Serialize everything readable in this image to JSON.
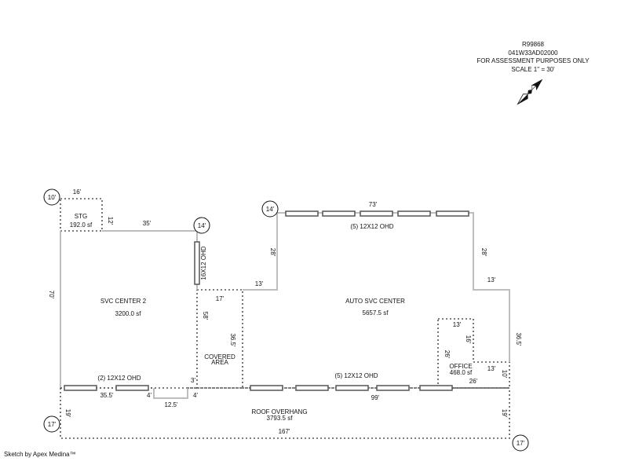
{
  "header": {
    "account": "R99868",
    "map_tax_lot": "041W33AD02000",
    "purpose": "FOR ASSESSMENT PURPOSES ONLY",
    "scale": "SCALE 1\" = 30'"
  },
  "compass": {
    "icon": "north-arrow-icon"
  },
  "areas": {
    "storage": {
      "name": "STG",
      "size": "192.0 sf"
    },
    "svc_center_2": {
      "name": "SVC CENTER 2",
      "size": "3200.0 sf"
    },
    "covered_area": {
      "name_line1": "COVERED",
      "name_line2": "AREA"
    },
    "auto_svc_center": {
      "name": "AUTO SVC CENTER",
      "size": "5657.5 sf"
    },
    "office": {
      "name": "OFFICE",
      "size": "468.0 sf"
    },
    "roof_overhang": {
      "name": "ROOF OVERHANG",
      "size": "3793.5 sf"
    }
  },
  "doors": {
    "left_ohd": "(2) 12X12 OHD",
    "side_ohd": "16X12 OHD",
    "top_ohd": "(5) 12X12 OHD",
    "bottom_ohd": "(5) 12X12 OHD"
  },
  "wall_heights": {
    "stg": "10'",
    "svc2_right": "14'",
    "auto_top": "14'",
    "overhang_left": "17'",
    "overhang_right": "17'"
  },
  "dimensions": {
    "stg_width": "16'",
    "stg_depth": "12'",
    "svc2_top": "35'",
    "svc2_left": "70'",
    "covered_width": "17'",
    "covered_left": "58'",
    "covered_right": "36.5'",
    "auto_step_left": "13'",
    "auto_left_rise": "28'",
    "auto_top": "73'",
    "auto_right_rise": "28'",
    "auto_step_right": "13'",
    "auto_right": "36.5'",
    "office_top": "13'",
    "office_inner_rise": "16'",
    "office_left": "26'",
    "office_step": "13'",
    "office_right": "10'",
    "office_bottom": "26'",
    "bottom_left_seg": "35.5'",
    "notch_left": "4'",
    "notch_width": "12.5'",
    "notch_right": "4'",
    "notch_rise": "3'",
    "bottom_right_seg": "99'",
    "overhang_left": "19'",
    "overhang_right": "19'",
    "overhang_width": "167'"
  },
  "footer": {
    "credit": "Sketch by Apex Medina™"
  }
}
